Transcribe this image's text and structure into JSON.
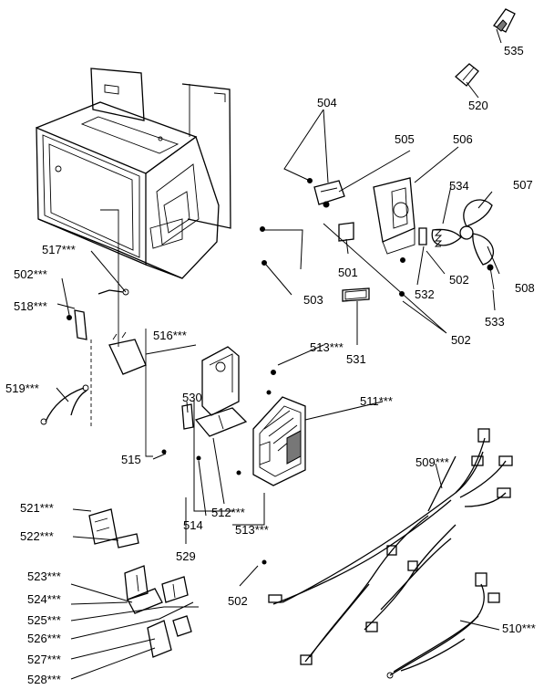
{
  "diagram": {
    "labels": {
      "l535": "535",
      "l520": "520",
      "l504": "504",
      "l505": "505",
      "l506": "506",
      "l507": "507",
      "l534": "534",
      "l508": "508",
      "l501": "501",
      "l502a": "502",
      "l503": "503",
      "l532": "532",
      "l533": "533",
      "l502b": "502",
      "l531": "531",
      "l517": "517***",
      "l502c": "502***",
      "l518": "518***",
      "l516": "516***",
      "l513a": "513***",
      "l519": "519***",
      "l530": "530",
      "l511": "511***",
      "l509": "509***",
      "l515": "515",
      "l521": "521***",
      "l522": "522***",
      "l512": "512***",
      "l514": "514",
      "l513b": "513***",
      "l529": "529",
      "l523": "523***",
      "l524": "524***",
      "l525": "525***",
      "l526": "526***",
      "l527": "527***",
      "l528": "528***",
      "l502d": "502",
      "l510": "510***"
    }
  }
}
